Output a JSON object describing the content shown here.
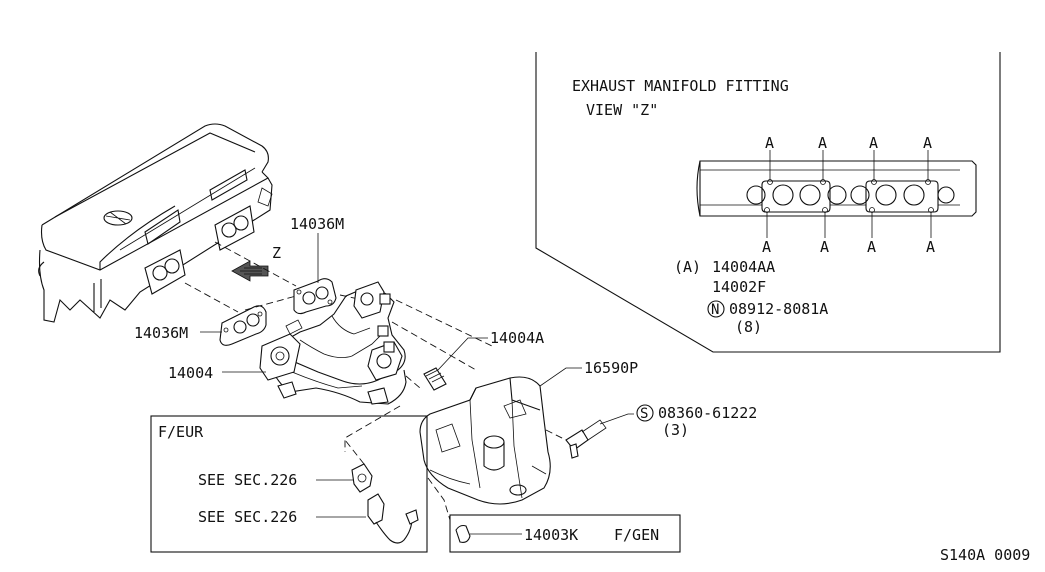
{
  "inset": {
    "title": "EXHAUST MANIFOLD FITTING",
    "view": "VIEW \"Z\"",
    "marker": "A",
    "legend_a": "(A)",
    "legend_a_part1": "14004AA",
    "legend_a_part2": "14002F",
    "nut_symbol": "N",
    "nut_part": "08912-8081A",
    "nut_qty": "(8)"
  },
  "labels": {
    "gasket_top": "14036M",
    "z_arrow": "Z",
    "gasket_left": "14036M",
    "manifold": "14004",
    "stud": "14004A",
    "heat_cover": "16590P",
    "bolt_symbol": "S",
    "bolt_part": "08360-61222",
    "bolt_qty": "(3)",
    "small_part": "14003K",
    "small_part_variant": "F/GEN"
  },
  "feur_box": {
    "title": "F/EUR",
    "ref1": "SEE SEC.226",
    "ref2": "SEE SEC.226"
  },
  "footer": {
    "code": "S140A 0009"
  }
}
